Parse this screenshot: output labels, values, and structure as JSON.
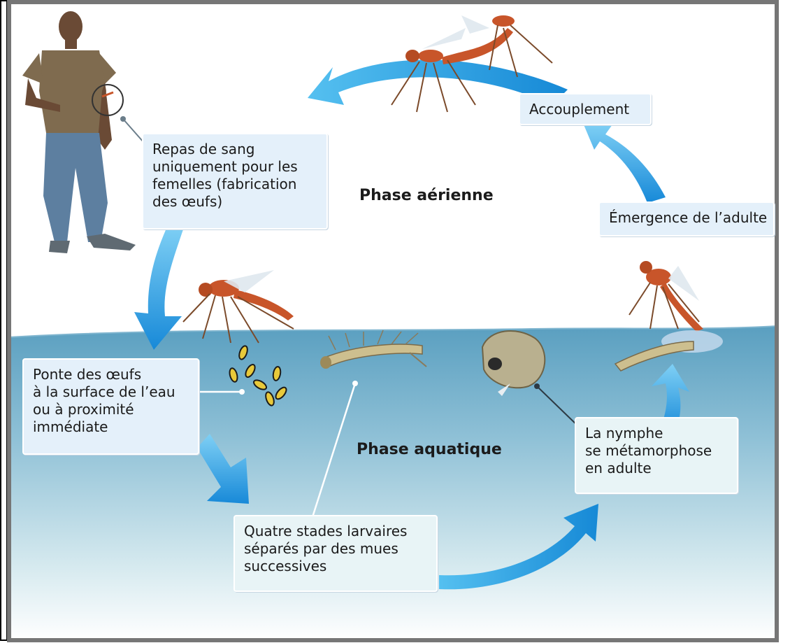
{
  "diagram": {
    "phase_air": "Phase aérienne",
    "phase_water": "Phase aquatique",
    "labels": {
      "blood_meal": [
        "Repas de sang",
        "uniquement pour les",
        "femelles (fabrication",
        "des œufs)"
      ],
      "mating": [
        "Accouplement"
      ],
      "emergence": [
        "Émergence de l’adulte"
      ],
      "egg_laying": [
        "Ponte des œufs",
        "à la surface de l’eau",
        "ou à proximité",
        "immédiate"
      ],
      "larvae": [
        "Quatre stades larvaires",
        "séparés par des mues",
        "successives"
      ],
      "nymph": [
        "La nymphe",
        "se métamorphose",
        "en adulte"
      ]
    },
    "colors": {
      "arrow": "#1e9ee0",
      "water": "#5fa6c6",
      "mosquito": "#c8552a",
      "label_bg": "#e4f0fa",
      "frame": "#767676"
    }
  }
}
